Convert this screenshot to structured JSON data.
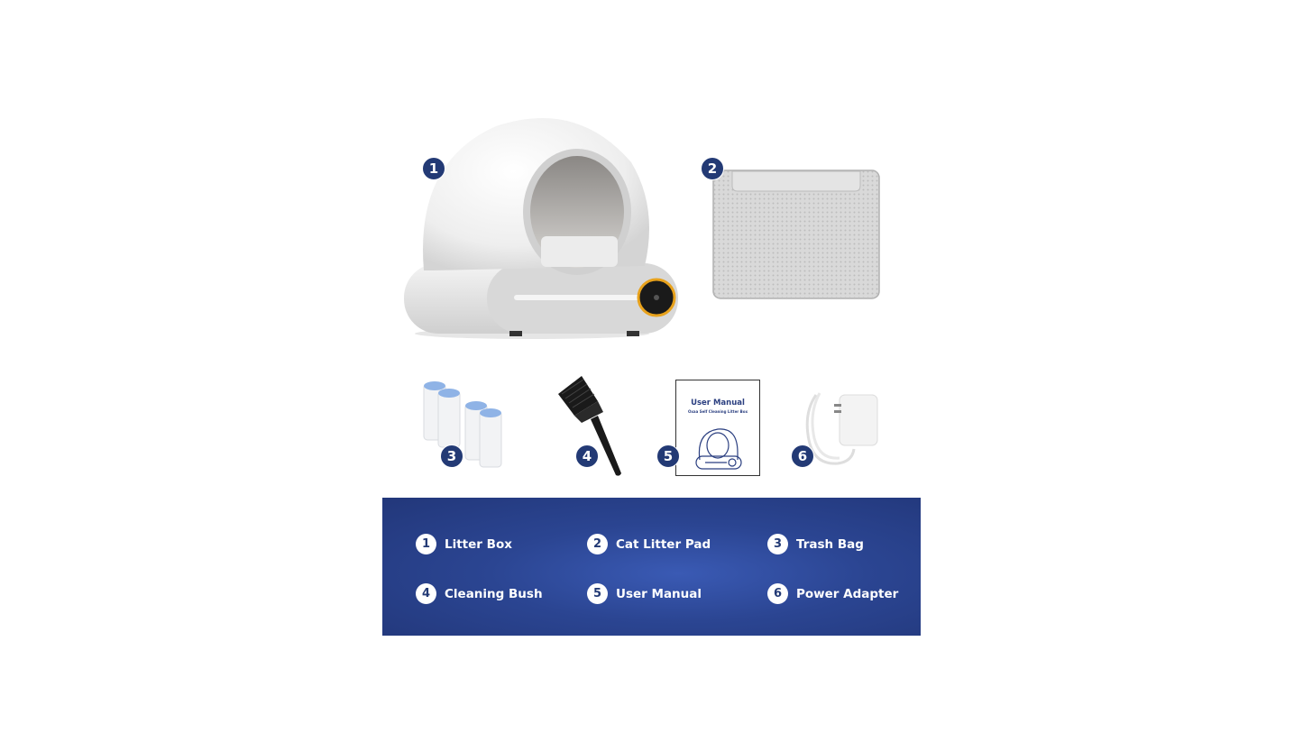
{
  "manual_cover": {
    "title": "User Manual",
    "subtitle": "Oxaa Self Cleaning Litter Box"
  },
  "badges": [
    "1",
    "2",
    "3",
    "4",
    "5",
    "6"
  ],
  "legend": [
    {
      "num": "1",
      "label": "Litter Box"
    },
    {
      "num": "2",
      "label": "Cat Litter Pad"
    },
    {
      "num": "3",
      "label": "Trash Bag"
    },
    {
      "num": "4",
      "label": "Cleaning Bush"
    },
    {
      "num": "5",
      "label": "User Manual"
    },
    {
      "num": "6",
      "label": "Power Adapter"
    }
  ],
  "colors": {
    "badge": "#233a75",
    "panel": "#2b4592",
    "accent_ring": "#e8a21c"
  }
}
